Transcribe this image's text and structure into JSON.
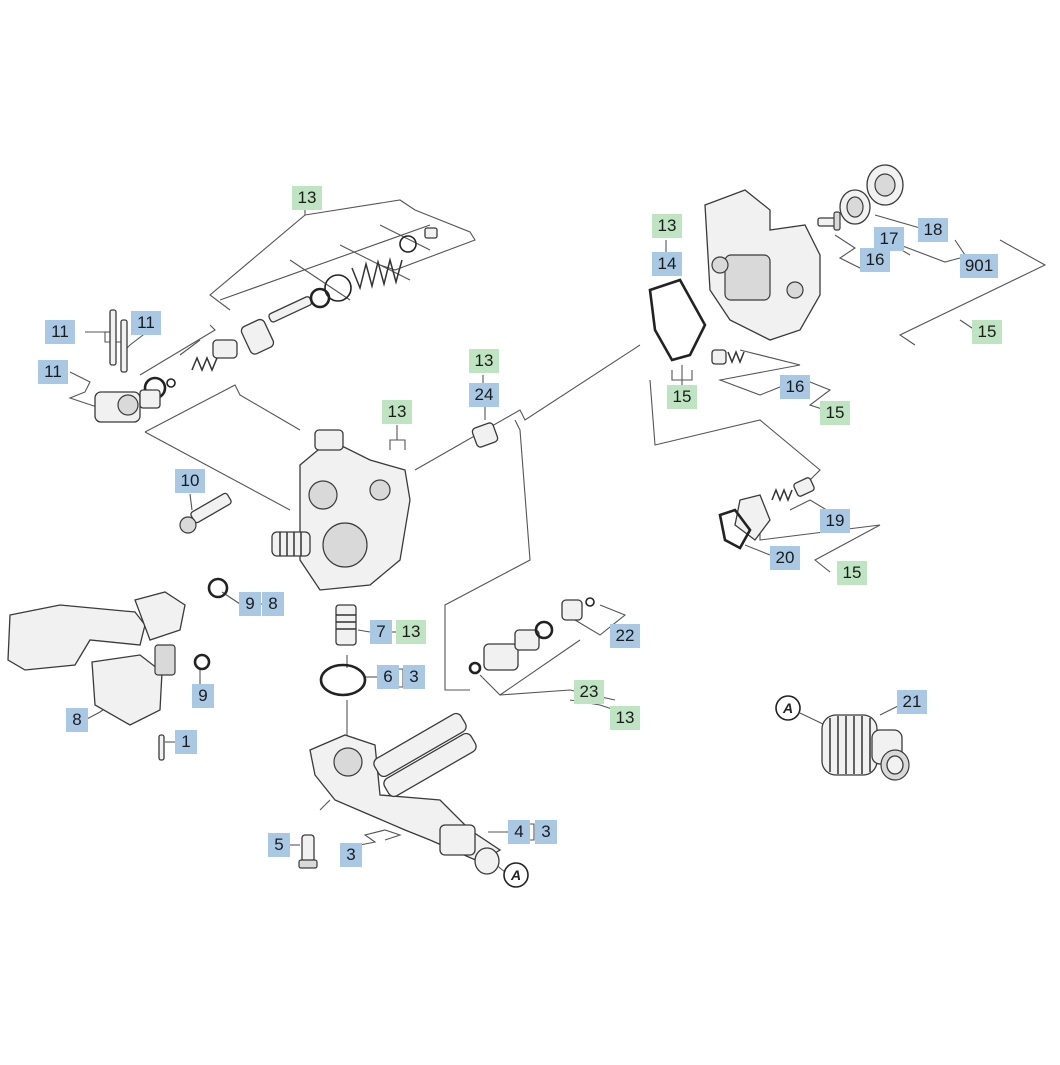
{
  "diagram": {
    "labels": {
      "l13_top": "13",
      "l11_a": "11",
      "l11_b": "11",
      "l11_c": "11",
      "l10": "10",
      "l13_mid": "13",
      "l13_24": "13",
      "l24": "24",
      "l9_a": "9",
      "l8_a": "8",
      "l9_b": "9",
      "l8_b": "8",
      "l1": "1",
      "l7": "7",
      "l13_7": "13",
      "l6": "6",
      "l3_6": "3",
      "l5": "5",
      "l3_bot": "3",
      "l4": "4",
      "l3_4": "3",
      "l22": "22",
      "l23": "23",
      "l13_23": "13",
      "l13_r": "13",
      "l14": "14",
      "l15_a": "15",
      "l16_a": "16",
      "l17": "17",
      "l18": "18",
      "l901": "901",
      "l15_b": "15",
      "l16_b": "16",
      "l15_c": "15",
      "l19": "19",
      "l20": "20",
      "l15_d": "15",
      "l21": "21"
    },
    "markers": {
      "a_bottom": "A",
      "a_right": "A"
    },
    "colors": {
      "blue_label": "#a9c8e4",
      "green_label": "#bfe4c2"
    }
  }
}
